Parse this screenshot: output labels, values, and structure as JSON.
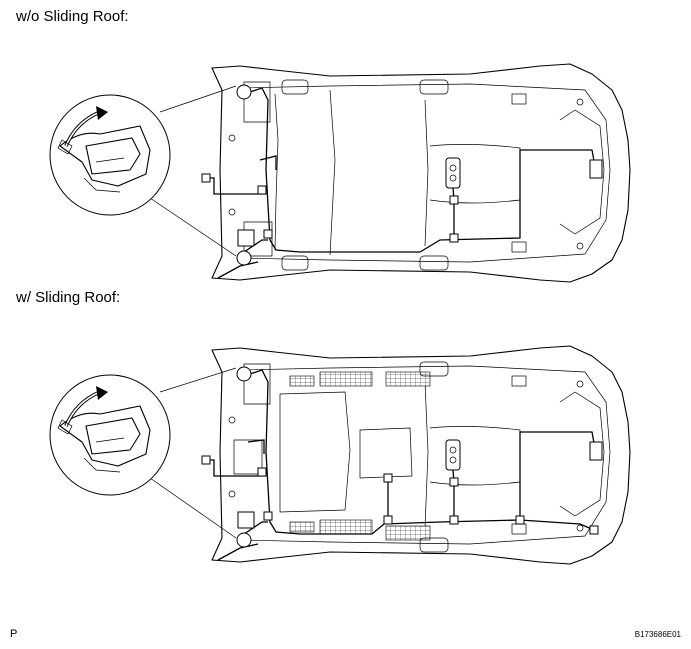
{
  "labels": {
    "without_sliding_roof": "w/o Sliding Roof:",
    "with_sliding_roof": "w/ Sliding Roof:",
    "corner_code": "P",
    "figure_id": "B173686E01"
  }
}
